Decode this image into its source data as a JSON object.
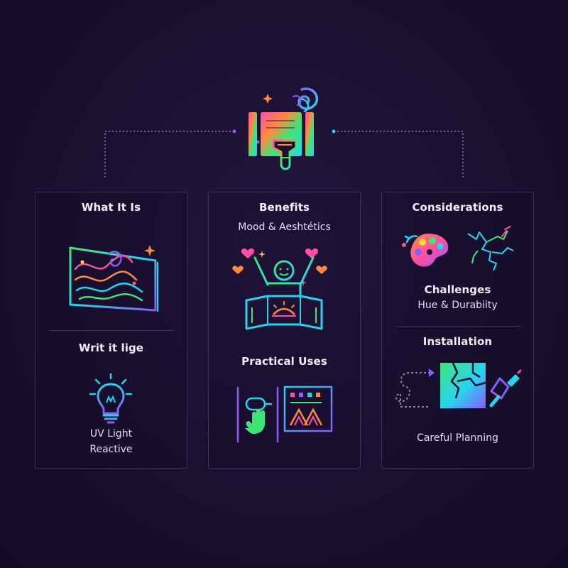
{
  "panels": [
    {
      "title": "What It Is",
      "sub_heading": "Writ it lige",
      "caption_line1": "UV Light",
      "caption_line2": "Reactive"
    },
    {
      "title": "Benefits",
      "subtitle": "Mood & Aeshtétics",
      "sub_heading": "Practical Uses"
    },
    {
      "title": "Considerations",
      "sub_heading": "Challenges",
      "sub_caption": "Hue & Durabiity",
      "section2_title": "Installation",
      "caption": "Careful Planning"
    }
  ],
  "icons": {
    "top": "paint-brush-roller-icon",
    "what_it_is": "glowing-mural-icon",
    "uv_light": "light-bulb-icon",
    "mood": "happy-person-heart-icon",
    "practical": "door-and-canvas-icon",
    "palette": "palette-icon",
    "cracks": "crack-icon",
    "installation": "wall-installation-icon"
  },
  "colors": {
    "background": "#1a1030",
    "panel_border": "#3a2f5e",
    "neon_cyan": "#27d4f0",
    "neon_green": "#3ee67a",
    "neon_pink": "#ff4fa3",
    "neon_orange": "#ff8a3d",
    "neon_purple": "#8b5cf6",
    "neon_yellow": "#ffd43b"
  }
}
